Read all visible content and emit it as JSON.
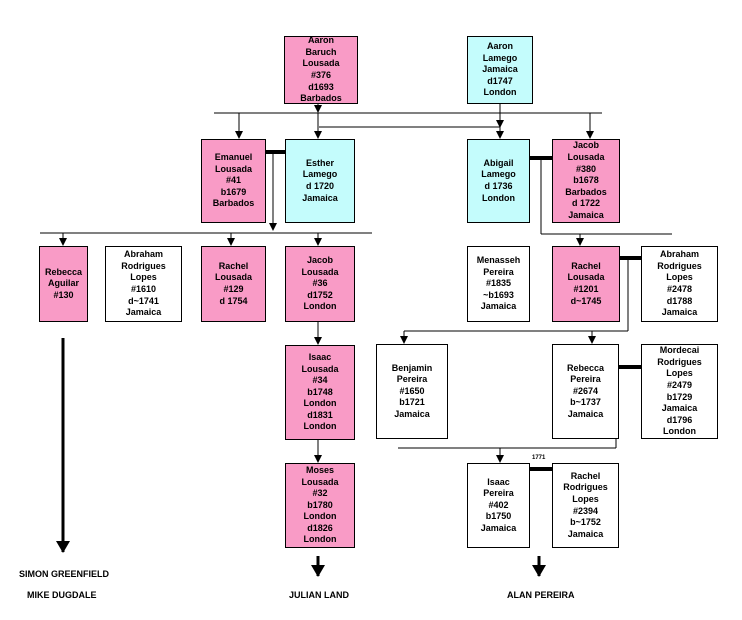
{
  "persons": {
    "aaron_lousada": {
      "lines": [
        "Aaron",
        "Baruch",
        "Lousada",
        "#376",
        "d1693",
        "Barbados"
      ],
      "color": "#f99bc6"
    },
    "aaron_lamego": {
      "lines": [
        "Aaron",
        "Lamego",
        "Jamaica",
        "d1747",
        "London"
      ],
      "color": "#c4fcfc"
    },
    "emanuel_lousada": {
      "lines": [
        "Emanuel",
        "Lousada",
        "#41",
        "b1679",
        "Barbados"
      ],
      "color": "#f99bc6"
    },
    "esther_lamego": {
      "lines": [
        "Esther",
        "Lamego",
        "d 1720",
        "Jamaica"
      ],
      "color": "#c4fcfc"
    },
    "abigail_lamego": {
      "lines": [
        "Abigail",
        "Lamego",
        "d 1736",
        "London"
      ],
      "color": "#c4fcfc"
    },
    "jacob_lousada_380": {
      "lines": [
        "Jacob",
        "Lousada",
        "#380",
        "b1678",
        "Barbados",
        "d 1722",
        "Jamaica"
      ],
      "color": "#f99bc6"
    },
    "rebecca_aguilar": {
      "lines": [
        "Rebecca",
        "Aguilar",
        "#130"
      ],
      "color": "#f99bc6"
    },
    "abraham_lopes_1610": {
      "lines": [
        "Abraham",
        "Rodrigues",
        "Lopes",
        "#1610",
        "d~1741",
        "Jamaica"
      ],
      "color": "#ffffff"
    },
    "rachel_lousada_129": {
      "lines": [
        "Rachel",
        "Lousada",
        "#129",
        "d 1754"
      ],
      "color": "#f99bc6"
    },
    "jacob_lousada_36": {
      "lines": [
        "Jacob",
        "Lousada",
        "#36",
        "d1752",
        "London"
      ],
      "color": "#f99bc6"
    },
    "menasseh_pereira": {
      "lines": [
        "Menasseh",
        "Pereira",
        "#1835",
        "~b1693",
        "Jamaica"
      ],
      "color": "#ffffff"
    },
    "rachel_lousada_1201": {
      "lines": [
        "Rachel",
        "Lousada",
        "#1201",
        "d~1745"
      ],
      "color": "#f99bc6"
    },
    "abraham_lopes_2478": {
      "lines": [
        "Abraham",
        "Rodrigues",
        "Lopes",
        "#2478",
        "d1788",
        "Jamaica"
      ],
      "color": "#ffffff"
    },
    "isaac_lousada_34": {
      "lines": [
        "Isaac",
        "Lousada",
        "#34",
        "b1748",
        "London",
        "d1831",
        "London"
      ],
      "color": "#f99bc6"
    },
    "benjamin_pereira": {
      "lines": [
        "Benjamin",
        "Pereira",
        "#1650",
        "b1721",
        "Jamaica"
      ],
      "color": "#ffffff"
    },
    "rebecca_pereira": {
      "lines": [
        "Rebecca",
        "Pereira",
        "#2674",
        "b~1737",
        "Jamaica"
      ],
      "color": "#ffffff"
    },
    "mordecai_lopes": {
      "lines": [
        "Mordecai",
        "Rodrigues",
        "Lopes",
        "#2479",
        "b1729",
        "Jamaica",
        "d1796",
        "London"
      ],
      "color": "#ffffff"
    },
    "moses_lousada": {
      "lines": [
        "Moses",
        "Lousada",
        "#32",
        "b1780",
        "London",
        "d1826",
        "London"
      ],
      "color": "#f99bc6"
    },
    "isaac_pereira": {
      "lines": [
        "Isaac",
        "Pereira",
        "#402",
        "b1750",
        "Jamaica"
      ],
      "color": "#ffffff"
    },
    "rachel_lopes_2394": {
      "lines": [
        "Rachel",
        "Rodrigues",
        "Lopes",
        "#2394",
        "b~1752",
        "Jamaica"
      ],
      "color": "#ffffff"
    }
  },
  "marriage_year": "1771",
  "descendants": {
    "left_1": "SIMON GREENFIELD",
    "left_2": "MIKE DUGDALE",
    "center": "JULIAN LAND",
    "right": "ALAN PEREIRA"
  }
}
